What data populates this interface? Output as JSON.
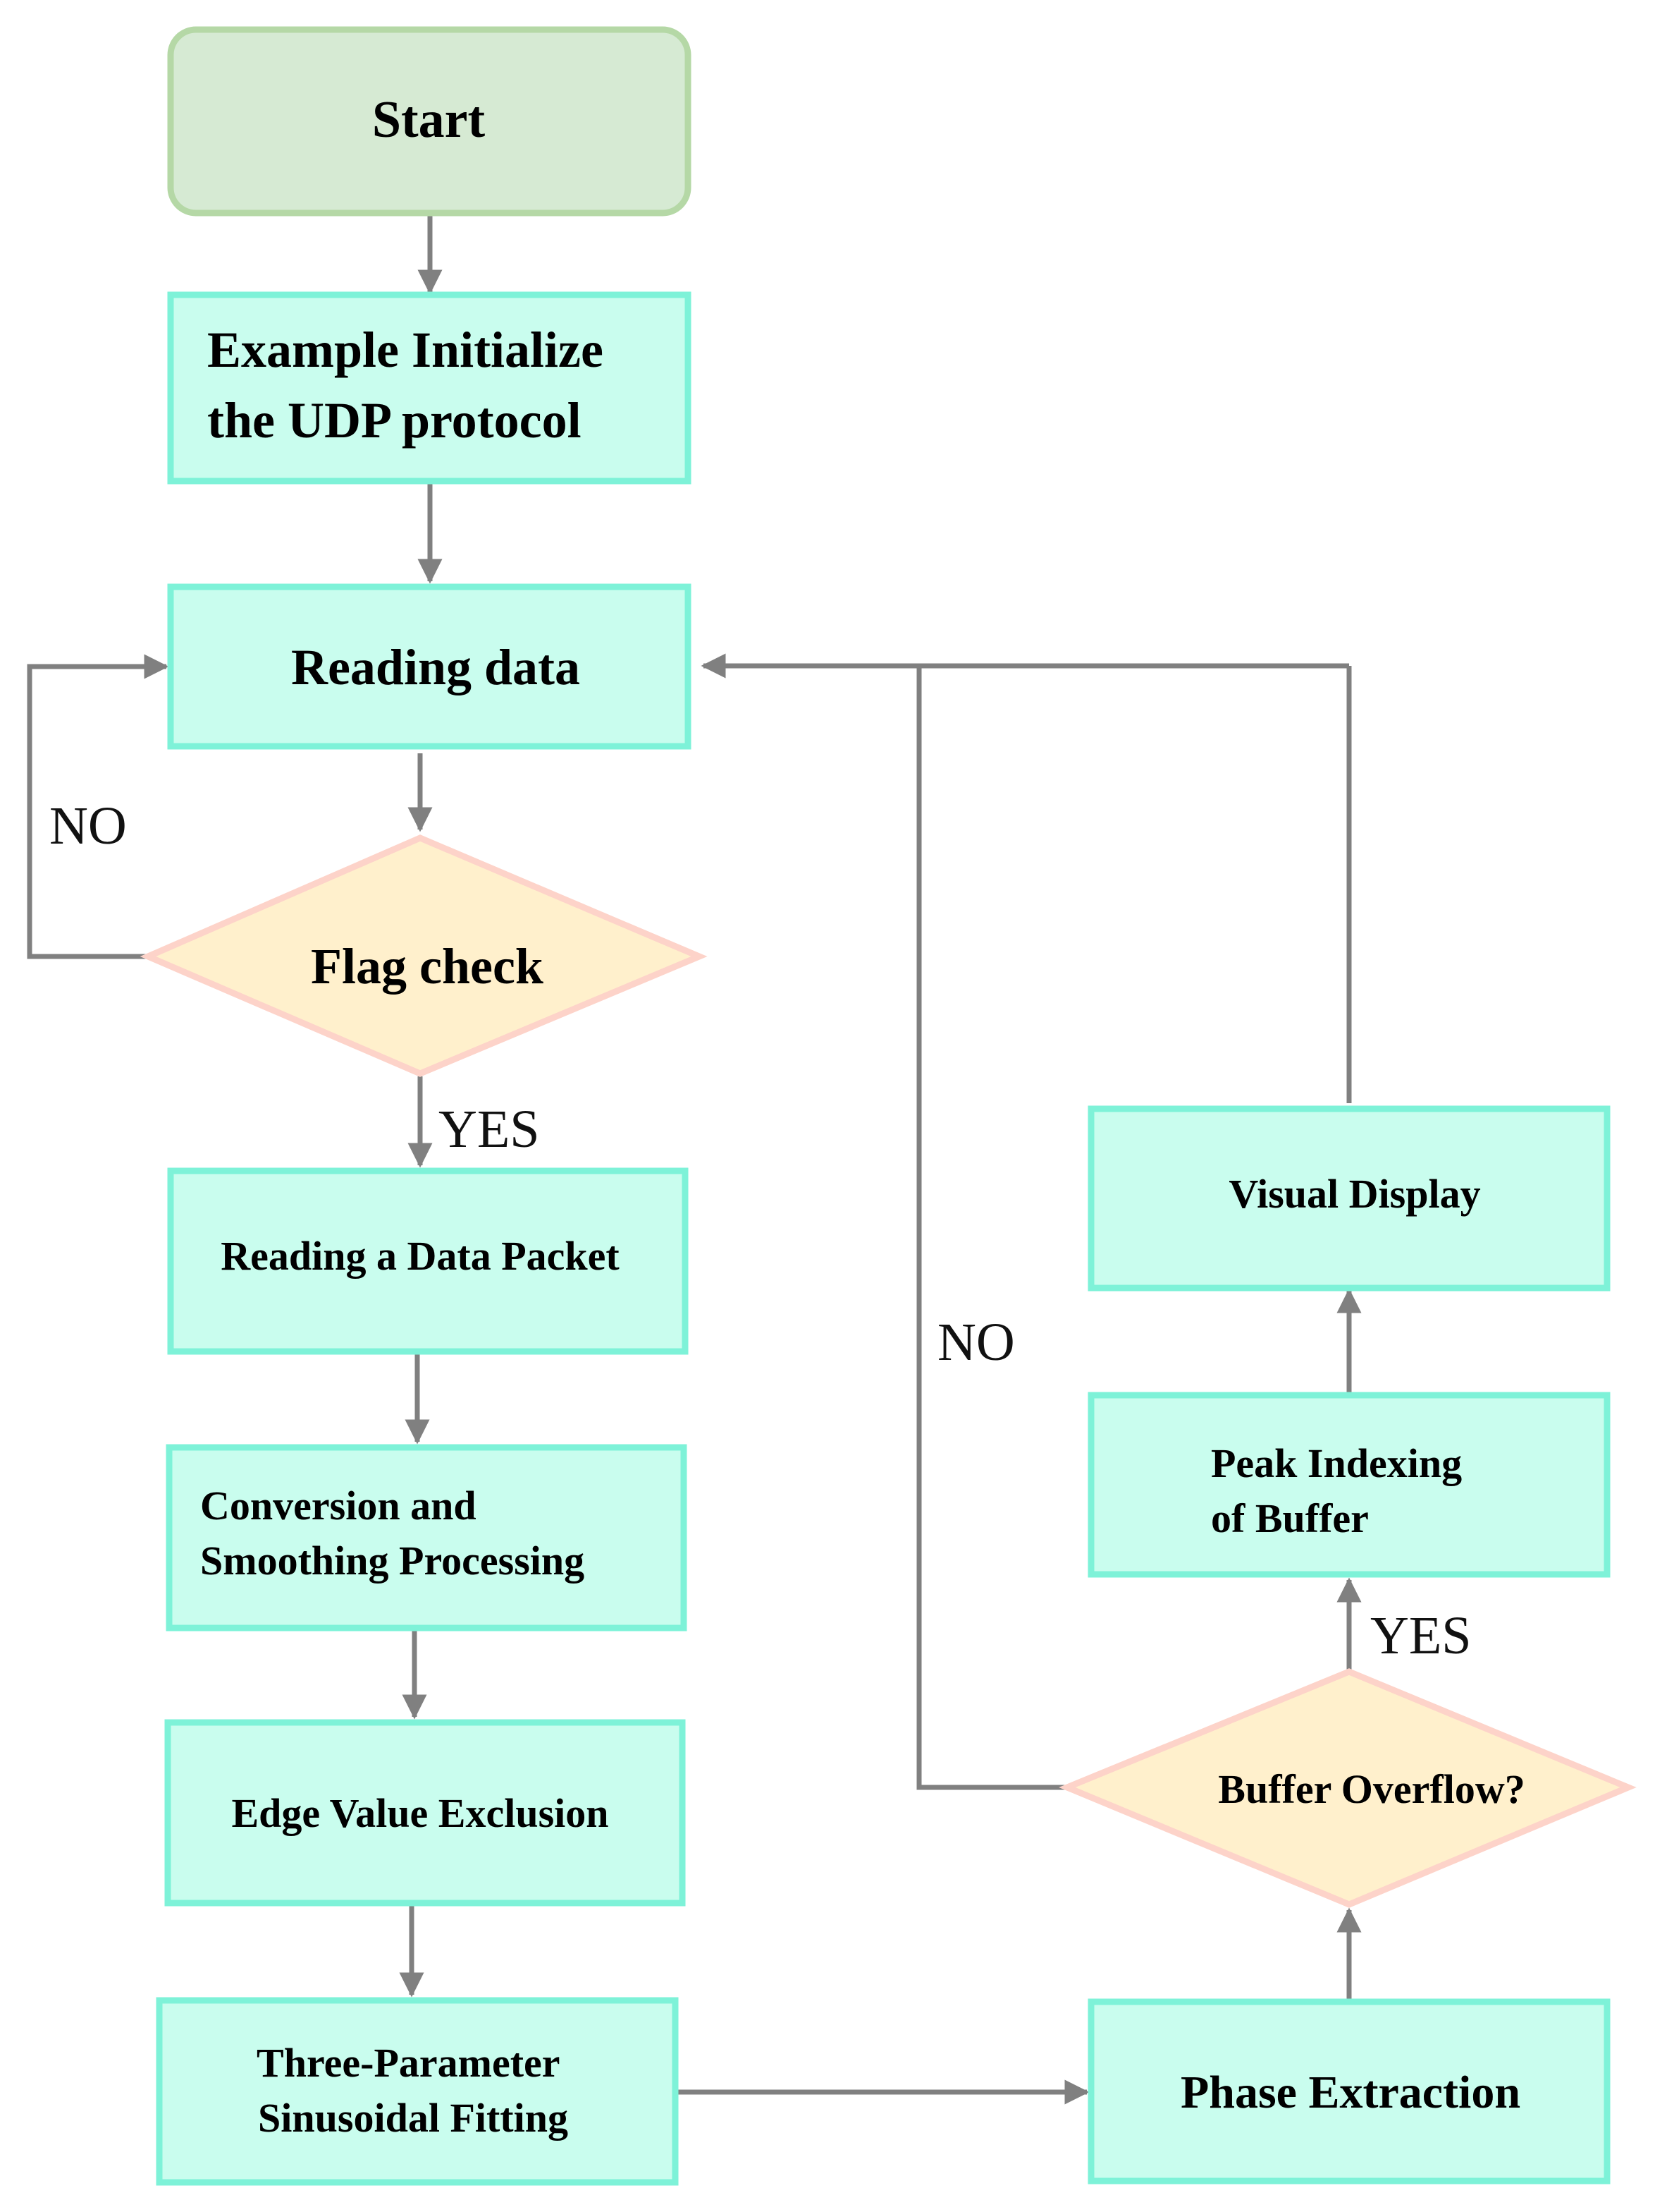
{
  "nodes": {
    "start": {
      "lines": [
        "Start"
      ]
    },
    "init_udp": {
      "lines": [
        "Example Initialize",
        "the UDP protocol"
      ]
    },
    "reading_data": {
      "lines": [
        "Reading data"
      ]
    },
    "flag_check": {
      "lines": [
        "Flag check"
      ]
    },
    "reading_packet": {
      "lines": [
        "Reading a Data Packet"
      ]
    },
    "conversion": {
      "lines": [
        "Conversion and",
        "Smoothing Processing"
      ]
    },
    "edge_exclusion": {
      "lines": [
        "Edge Value Exclusion"
      ]
    },
    "sinusoidal_fit": {
      "lines": [
        "Three-Parameter",
        "Sinusoidal Fitting"
      ]
    },
    "phase_extraction": {
      "lines": [
        "Phase Extraction"
      ]
    },
    "buffer_overflow": {
      "lines": [
        "Buffer Overflow?"
      ]
    },
    "peak_indexing": {
      "lines": [
        "Peak Indexing",
        "of Buffer"
      ]
    },
    "visual_display": {
      "lines": [
        "Visual Display"
      ]
    }
  },
  "edge_labels": {
    "flag_no": "NO",
    "flag_yes": "YES",
    "overflow_no": "NO",
    "overflow_yes": "YES"
  },
  "colors": {
    "process_fill": "#c9fdee",
    "process_border": "#7ef2d8",
    "start_fill": "#d6ead3",
    "start_border": "#b5d8a6",
    "decision_fill": "#fff0cc",
    "decision_border": "#fdd3c9",
    "connector": "#808080"
  }
}
